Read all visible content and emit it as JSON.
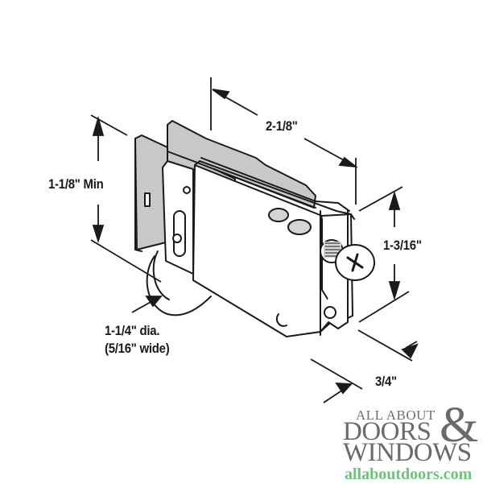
{
  "diagram": {
    "subject": "sliding door roller assembly",
    "line_color": "#1a1a1a",
    "fill_gray": "#c8c8c8",
    "dimensions": {
      "length": "2-1/8\"",
      "min_height": "1-1/8\" Min",
      "height": "1-3/16\"",
      "wheel_dia": "1-1/4\" dia.",
      "wheel_width": "(5/16\" wide)",
      "width": "3/4\""
    }
  },
  "logo": {
    "line1": "ALL ABOUT",
    "line2": "DOORS",
    "line3": "WINDOWS",
    "ampersand": "&",
    "url": "allaboutdoors.com",
    "text_color": "#6a6a6a",
    "url_color": "#6cc47a"
  }
}
